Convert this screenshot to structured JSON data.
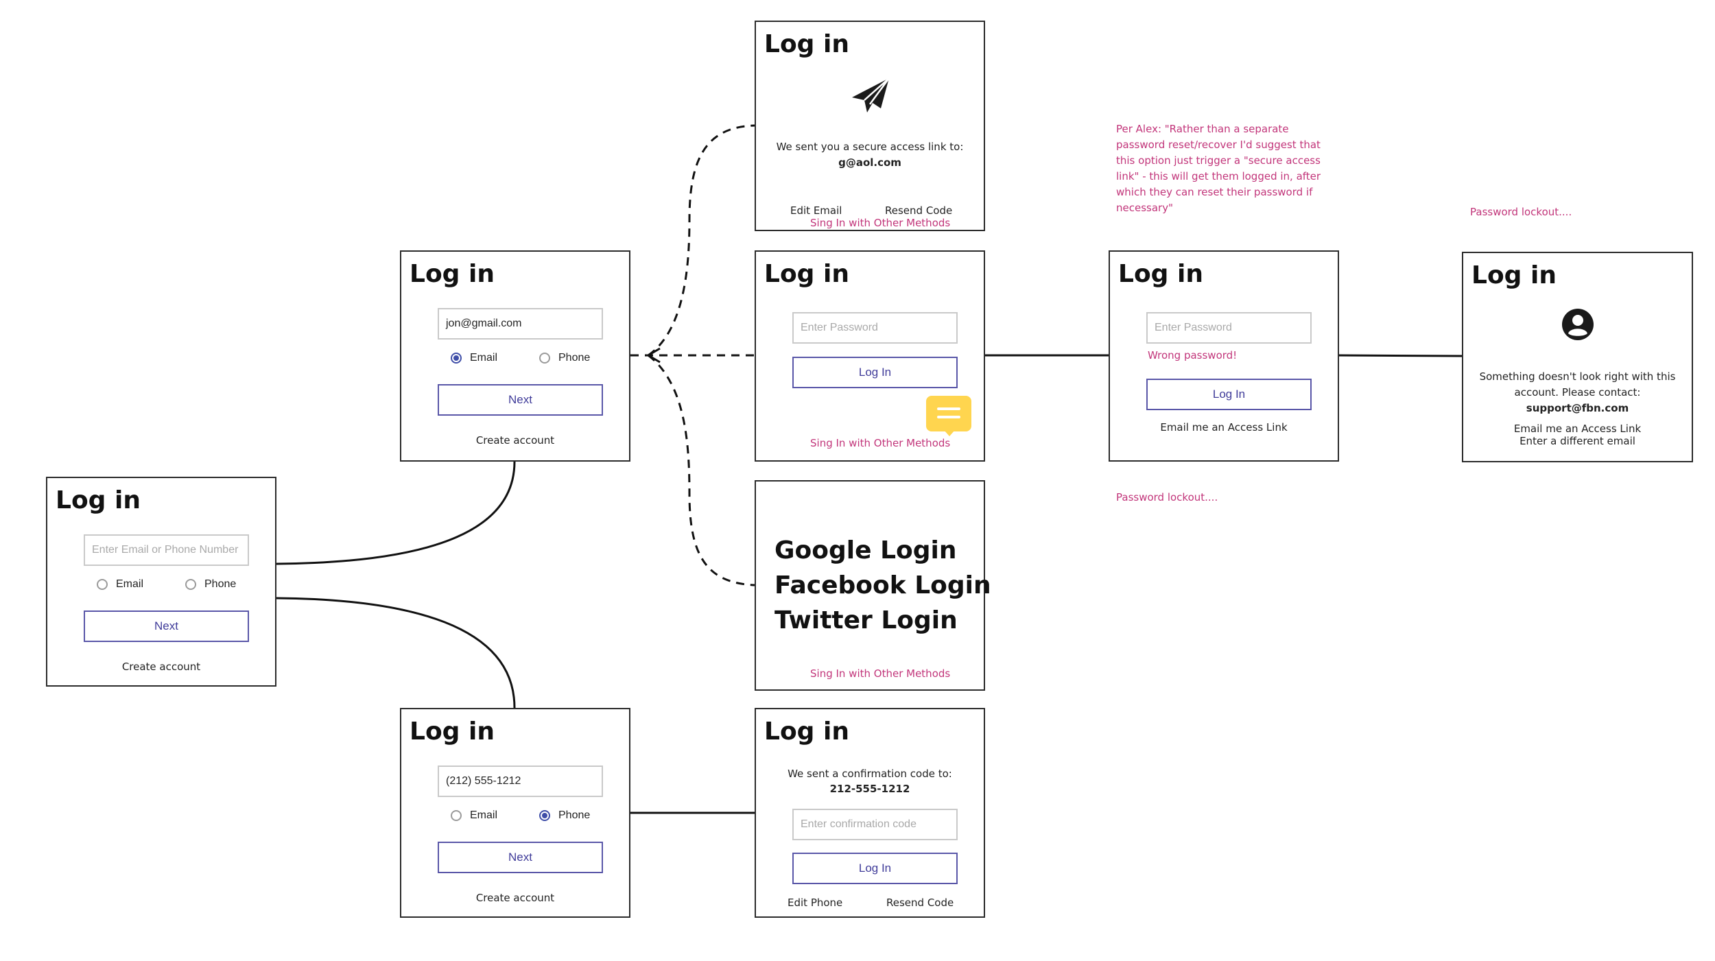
{
  "colors": {
    "accent": "#3f3b99",
    "annotation": "#c2357a",
    "error": "#c2357a",
    "chat_badge": "#ffd54f"
  },
  "common": {
    "title": "Log in",
    "next": "Next",
    "create_account": "Create account",
    "email": "Email",
    "phone": "Phone",
    "log_in_button": "Log In",
    "other_methods": "Sing In with Other Methods"
  },
  "start": {
    "placeholder": "Enter Email or Phone Number"
  },
  "email_entry": {
    "value": "jon@gmail.com"
  },
  "phone_entry": {
    "value": "(212) 555-1212"
  },
  "access_link": {
    "icon": "paper-plane-icon",
    "message": "We sent you a secure access link to:",
    "email": "g@aol.com",
    "edit_email": "Edit Email",
    "resend_code": "Resend Code"
  },
  "password": {
    "placeholder": "Enter Password",
    "chat_icon": "chat-bubble-icon"
  },
  "social": {
    "options": [
      "Google Login",
      "Facebook Login",
      "Twitter Login"
    ]
  },
  "confirm_code": {
    "message": "We sent a confirmation code to:",
    "phone": "212-555-1212",
    "placeholder": "Enter confirmation code",
    "edit_phone": "Edit Phone",
    "resend_code": "Resend Code"
  },
  "wrong_password": {
    "placeholder": "Enter Password",
    "error": "Wrong password!",
    "email_link": "Email me an Access Link"
  },
  "lockout": {
    "icon": "user-circle-icon",
    "message_line1": "Something doesn't look right with this",
    "message_line2": "account. Please contact:",
    "support_email": "support@fbn.com",
    "email_link": "Email me an Access Link",
    "different_email": "Enter a different email"
  },
  "annotations": {
    "alex_note": [
      "Per Alex: \"Rather than a separate",
      "password reset/recover I'd suggest that",
      "this option just trigger a \"secure access",
      "link\" - this will get them logged in, after",
      "which they can reset their password if",
      "necessary\""
    ],
    "lockout_top": "Password lockout....",
    "lockout_bottom": "Password lockout...."
  }
}
